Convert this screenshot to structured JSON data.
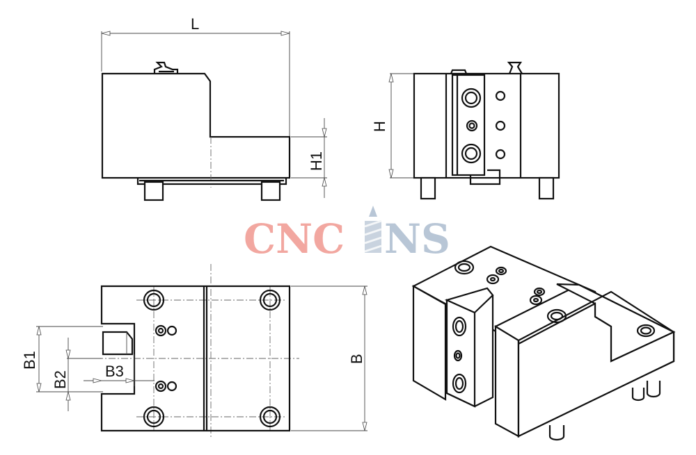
{
  "watermark": {
    "part1": "CNC",
    "part2": "NS",
    "color_red": "#f2a7a0",
    "color_blue": "#b8c6d6"
  },
  "dimensions": {
    "L": "L",
    "H": "H",
    "H1": "H1",
    "B": "B",
    "B1": "B1",
    "B2": "B2",
    "B3": "B3"
  },
  "colors": {
    "line": "#111111",
    "background": "#ffffff"
  }
}
